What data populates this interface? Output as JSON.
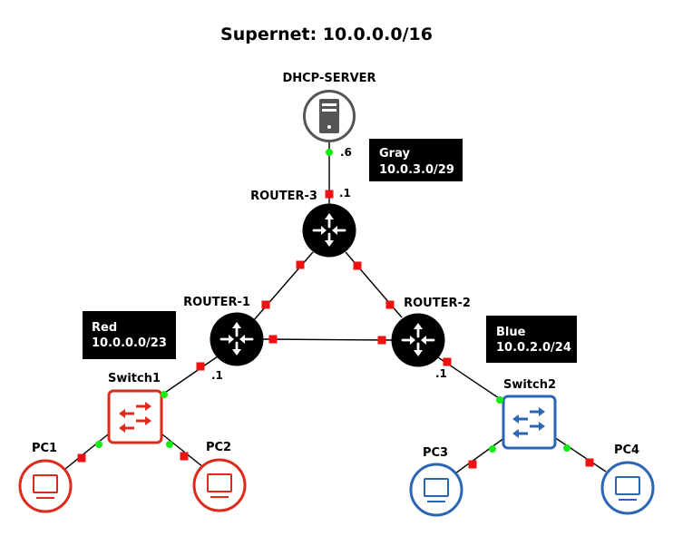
{
  "title": "Supernet: 10.0.0.0/16",
  "colors": {
    "red": "#dd2a1b",
    "blue": "#2b66b4",
    "gray": "#555555",
    "router": "#000000",
    "port_up": "#11ee11",
    "port_down": "#ee1111"
  },
  "nodes": {
    "dhcp_server": {
      "label": "DHCP-SERVER",
      "icon": "server-icon"
    },
    "router_3": {
      "label": "ROUTER-3",
      "icon": "router-icon"
    },
    "router_1": {
      "label": "ROUTER-1",
      "icon": "router-icon"
    },
    "router_2": {
      "label": "ROUTER-2",
      "icon": "router-icon"
    },
    "switch1": {
      "label": "Switch1",
      "icon": "switch-icon"
    },
    "switch2": {
      "label": "Switch2",
      "icon": "switch-icon"
    },
    "pc1": {
      "label": "PC1",
      "icon": "pc-icon"
    },
    "pc2": {
      "label": "PC2",
      "icon": "pc-icon"
    },
    "pc3": {
      "label": "PC3",
      "icon": "pc-icon"
    },
    "pc4": {
      "label": "PC4",
      "icon": "pc-icon"
    }
  },
  "interface_labels": {
    "dhcp": ".6",
    "router3": ".1",
    "router1": ".1",
    "router2": ".1"
  },
  "subnets": {
    "gray": {
      "name": "Gray",
      "cidr": "10.0.3.0/29"
    },
    "red": {
      "name": "Red",
      "cidr": "10.0.0.0/23"
    },
    "blue": {
      "name": "Blue",
      "cidr": "10.0.2.0/24"
    }
  }
}
